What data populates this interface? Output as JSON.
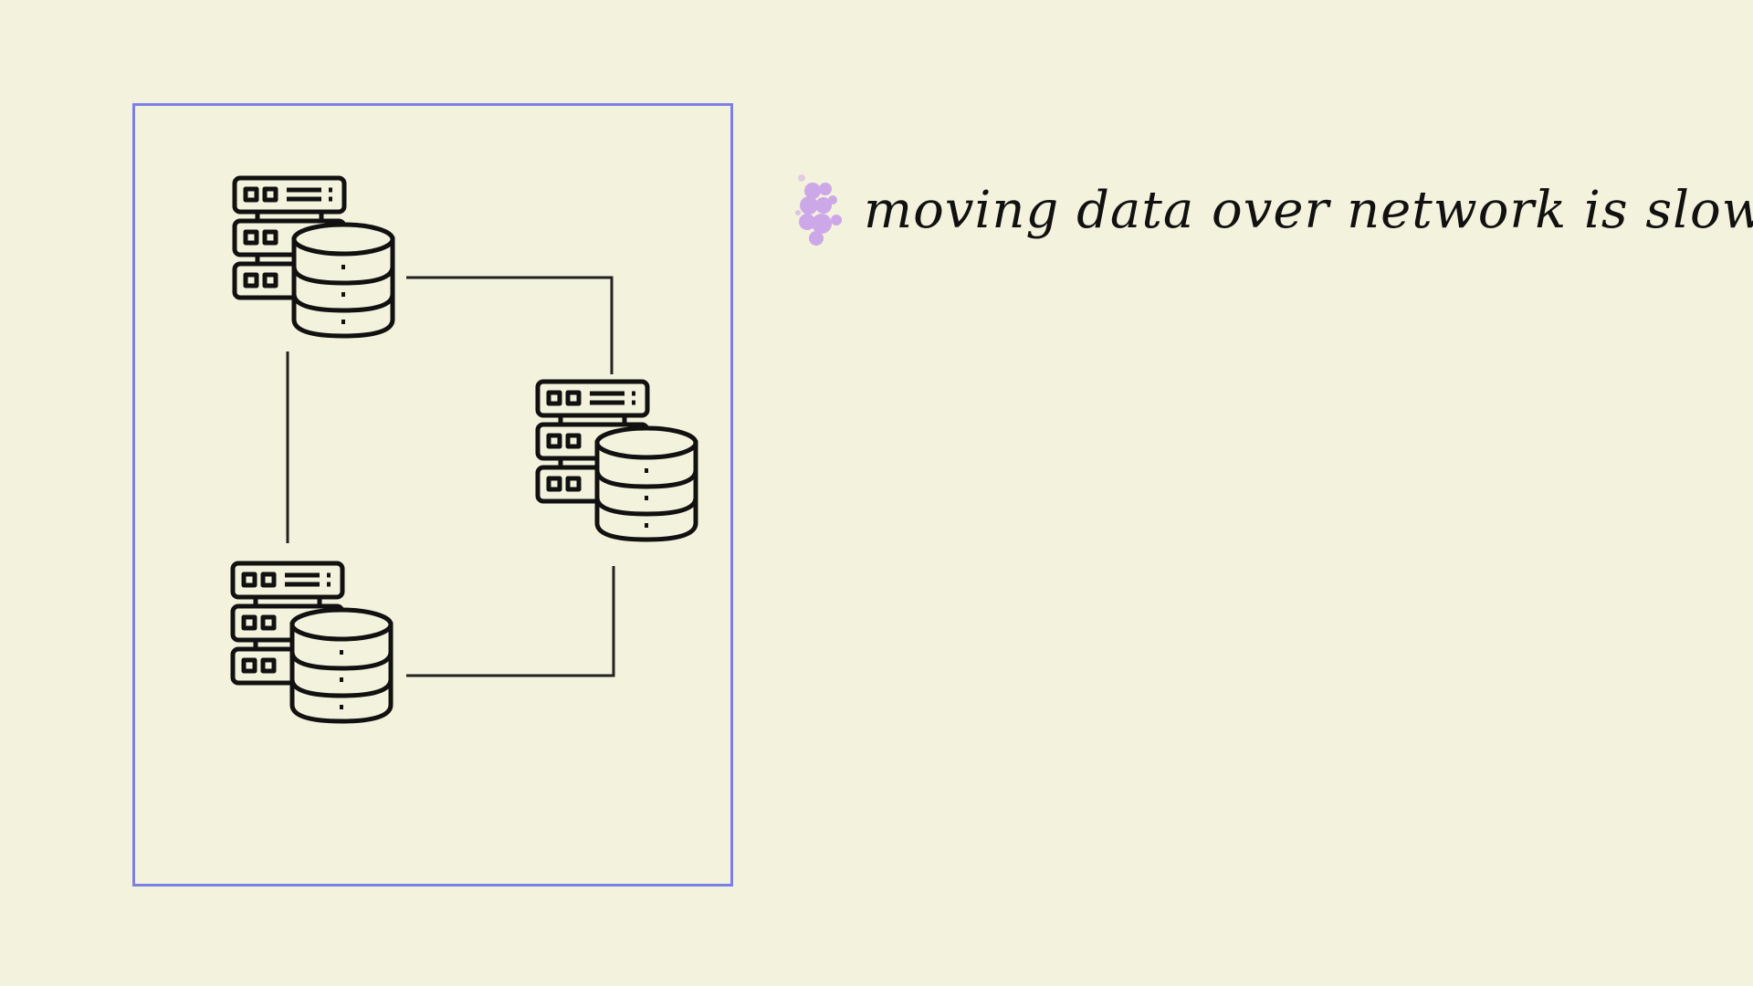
{
  "diagram": {
    "nodes": [
      {
        "id": "node-top-left",
        "icon": "server-database-icon"
      },
      {
        "id": "node-right",
        "icon": "server-database-icon"
      },
      {
        "id": "node-bottom-left",
        "icon": "server-database-icon"
      }
    ],
    "edges": [
      {
        "from": "node-top-left",
        "to": "node-right"
      },
      {
        "from": "node-top-left",
        "to": "node-bottom-left"
      },
      {
        "from": "node-bottom-left",
        "to": "node-right"
      }
    ],
    "frame_color": "#7b80e6",
    "line_color": "#222222",
    "background_color": "#f3f3dd"
  },
  "annotation": {
    "text": "moving data over network is slow",
    "icon": "bubbles-icon",
    "icon_color": "#c79bea"
  }
}
